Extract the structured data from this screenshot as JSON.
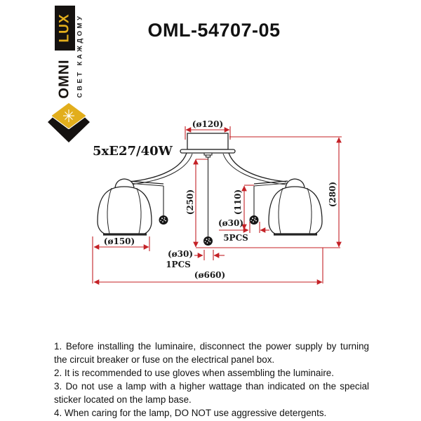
{
  "title": "OML-54707-05",
  "logo": {
    "brand_lux": "LUX",
    "brand_omni": "OMNI",
    "tagline": "СВЕТ КАЖДОМУ"
  },
  "drawing": {
    "lamp_spec": "5xE27/40W",
    "dim_canopy_diameter": "(ø120)",
    "dim_center_drop": "(250)",
    "dim_ball_drop": "(110)",
    "dim_ball_diameter_5": "(ø30)",
    "qty_balls_5": "5PCS",
    "dim_ball_diameter_1": "(ø30)",
    "qty_balls_1": "1PCS",
    "dim_shade_diameter": "(ø150)",
    "dim_total_width": "(ø660)",
    "dim_total_height": "(280)"
  },
  "instructions": [
    "1. Before installing the luminaire, disconnect the power supply by turning the circuit breaker or fuse on the electrical panel box.",
    "2. It is recommended to use gloves when assembling the luminaire.",
    "3. Do not use a lamp with a higher wattage than indicated on the special sticker located on the lamp base.",
    "4. When caring for the lamp, DO NOT use aggressive detergents."
  ],
  "colors": {
    "dimension_red": "#C42126",
    "brand_gold": "#E2AE1C",
    "line_black": "#222222"
  }
}
